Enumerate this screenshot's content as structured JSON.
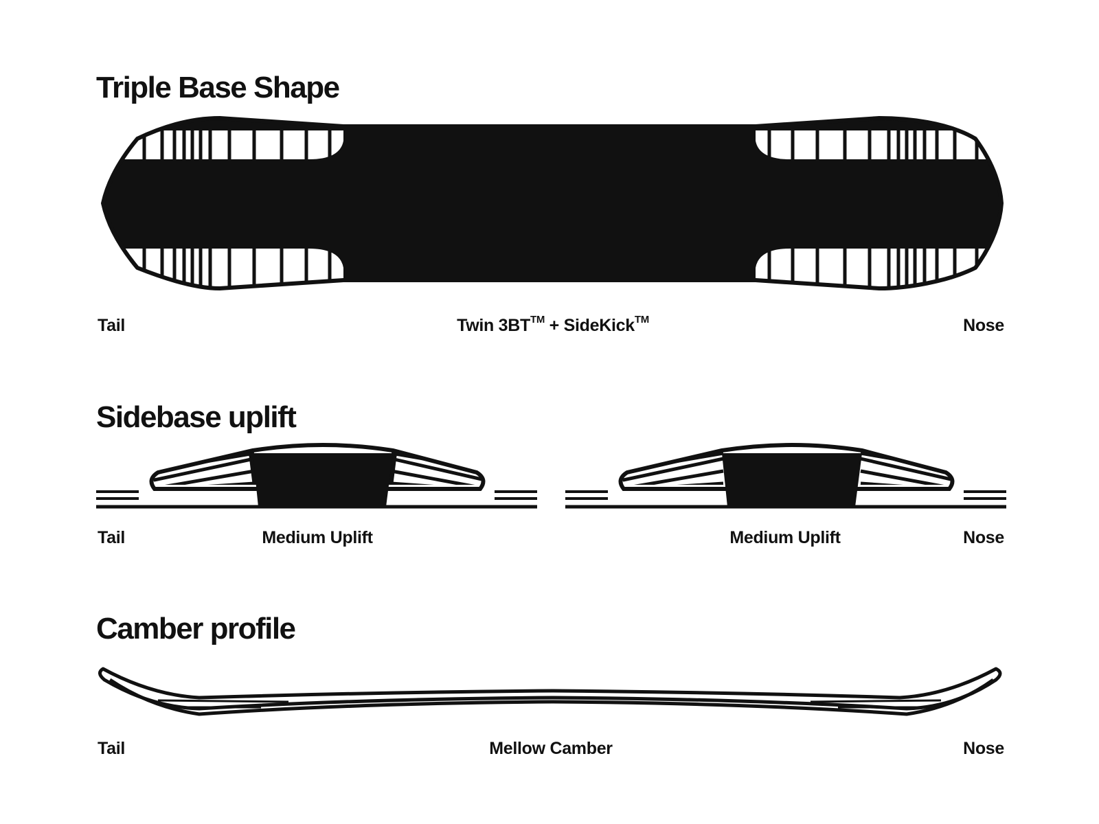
{
  "sections": {
    "base_shape": {
      "title": "Triple Base Shape",
      "tail": "Tail",
      "center_label": "Twin 3BT",
      "tm": "TM",
      "center_label_2": " + SideKick",
      "nose": "Nose"
    },
    "sidebase": {
      "title": "Sidebase uplift",
      "tail": "Tail",
      "left_label": "Medium Uplift",
      "right_label": "Medium Uplift",
      "nose": "Nose"
    },
    "camber": {
      "title": "Camber profile",
      "tail": "Tail",
      "center_label": "Mellow Camber",
      "nose": "Nose"
    }
  },
  "colors": {
    "ink": "#111111",
    "paper": "#ffffff"
  }
}
